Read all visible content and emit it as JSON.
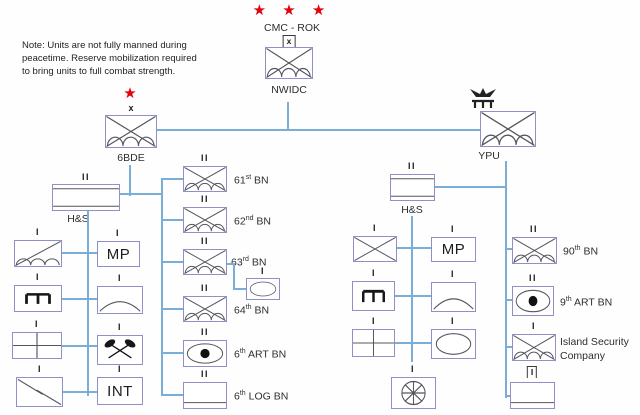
{
  "colors": {
    "connector": "#7aaed6",
    "box_border": "#9090c8",
    "symbol": "#55555f",
    "star": "#e3000f",
    "text": "#2e2e2e"
  },
  "note": {
    "lines": [
      "Note: Units are not fully manned during",
      "peacetime. Reserve mobilization required",
      "to bring units to full combat strength."
    ]
  },
  "top": {
    "stars": "★ ★ ★",
    "command_label": "CMC - ROK"
  },
  "nodes": {
    "nwidc": {
      "label": "NWIDC",
      "echelon": "x"
    },
    "bde6": {
      "label": "6BDE",
      "echelon": "x",
      "star": "★"
    },
    "ypu": {
      "label": "YPU"
    },
    "hsL": {
      "label": "H&S",
      "echelon": "II"
    },
    "hsR": {
      "label": "H&S",
      "echelon": "II"
    },
    "bn61": {
      "num": "61",
      "ord": "st",
      "rest": " BN",
      "echelon": "II"
    },
    "bn62": {
      "num": "62",
      "ord": "nd",
      "rest": " BN",
      "echelon": "II"
    },
    "bn63": {
      "num": "63",
      "ord": "rd",
      "rest": " BN",
      "echelon": "II"
    },
    "co63": {
      "echelon": "I"
    },
    "bn64": {
      "num": "64",
      "ord": "th",
      "rest": " BN",
      "echelon": "II"
    },
    "art6": {
      "num": "6",
      "ord": "th",
      "rest": " ART BN",
      "echelon": "II"
    },
    "log6": {
      "num": "6",
      "ord": "th",
      "rest": " LOG BN",
      "echelon": "II"
    },
    "recon": {
      "echelon": "I"
    },
    "engL": {
      "echelon": "I"
    },
    "medL": {
      "echelon": "I"
    },
    "sigL": {
      "echelon": "I"
    },
    "mpL": {
      "label": "MP",
      "echelon": "I"
    },
    "adL": {
      "echelon": "I"
    },
    "boatL": {
      "echelon": "I"
    },
    "intL": {
      "label": "INT",
      "echelon": "I"
    },
    "infR": {
      "echelon": "I"
    },
    "engR": {
      "echelon": "I"
    },
    "medR": {
      "echelon": "I"
    },
    "mpR": {
      "label": "MP",
      "echelon": "I"
    },
    "adR": {
      "echelon": "I"
    },
    "armR": {
      "echelon": "I"
    },
    "trnR": {
      "echelon": "I"
    },
    "bn90": {
      "num": "90",
      "ord": "th",
      "rest": " BN",
      "echelon": "II"
    },
    "art9": {
      "num": "9",
      "ord": "th",
      "rest": " ART BN",
      "echelon": "II"
    },
    "isl": {
      "line1": "Island Security",
      "line2": "Company",
      "echelon": "I"
    },
    "logR": {
      "echelon": "I"
    }
  }
}
